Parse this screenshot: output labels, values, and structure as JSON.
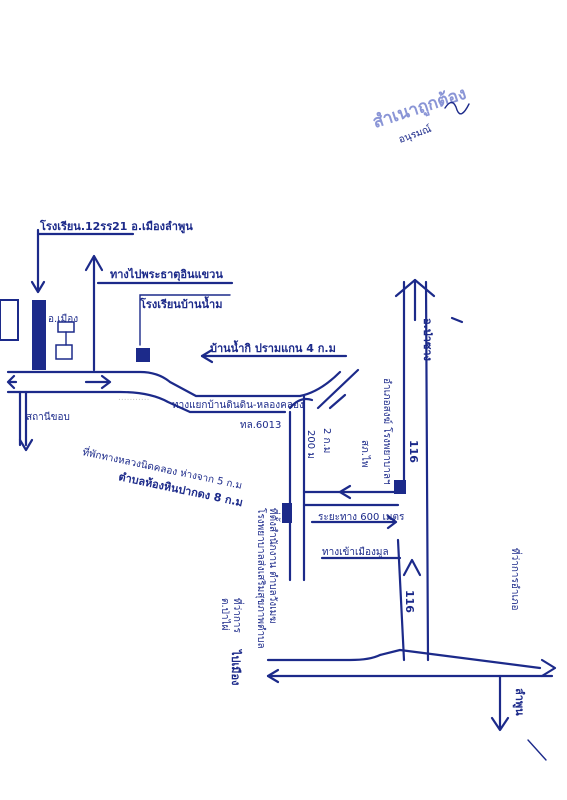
{
  "stamp": {
    "text": "สำเนาถูกต้อง",
    "signature_initials": "อนุรมณ์"
  },
  "labels": {
    "school_code": "โรงเรียน.12รร21 อ.เมืองลำพูน",
    "road_to_prathat": "ทางไปพระธาตุอินแขวน",
    "school_name": "โรงเรียนบ้านน้ำม",
    "village_sign": "บ้านน้ำกิ ปรามแกน 4 ก.ม",
    "junction_label": "ทางแยกบ้านดินดิน-หลองคลอง",
    "road_code": "ทล.6013",
    "to_muang": "อ.เมือง",
    "station": "สถานีขอบ",
    "police": "สภ.ไพ",
    "vertical_left": "ที่ตั้งสำนักงาน ตำบลวังเมฆ",
    "vertical_mid": "โรงพยาบาลส่งเสริมสุขภาพตำบล",
    "vertical_right": "อำเภอสงฆ์ โรงพยาบาลฯ",
    "km_2": "2 ก.ม",
    "km_200": "200 ม",
    "distance_600": "ระยะทาง 600 เมตร",
    "entrance": "ทางเข้าเมืองมูล",
    "road_116_top": "116",
    "road_116_bottom": "116",
    "north_label": "อ.ป่าซาง",
    "bottom_left_v1": "ต.ป่าไผ่",
    "bottom_left_v2": "ที่ว่าการ",
    "bottom_left_v3": "ไปเมือง",
    "right_vertical": "ที่ว่าการอำเภอ",
    "bottom_right": "ลำพูน",
    "diagonal_text1": "ที่พักทางหลวงนิดคลอง ห่างจาก 5 ก.ม",
    "diagonal_text2": "ตำบลห้องหินปากดง 8 ก.ม"
  }
}
